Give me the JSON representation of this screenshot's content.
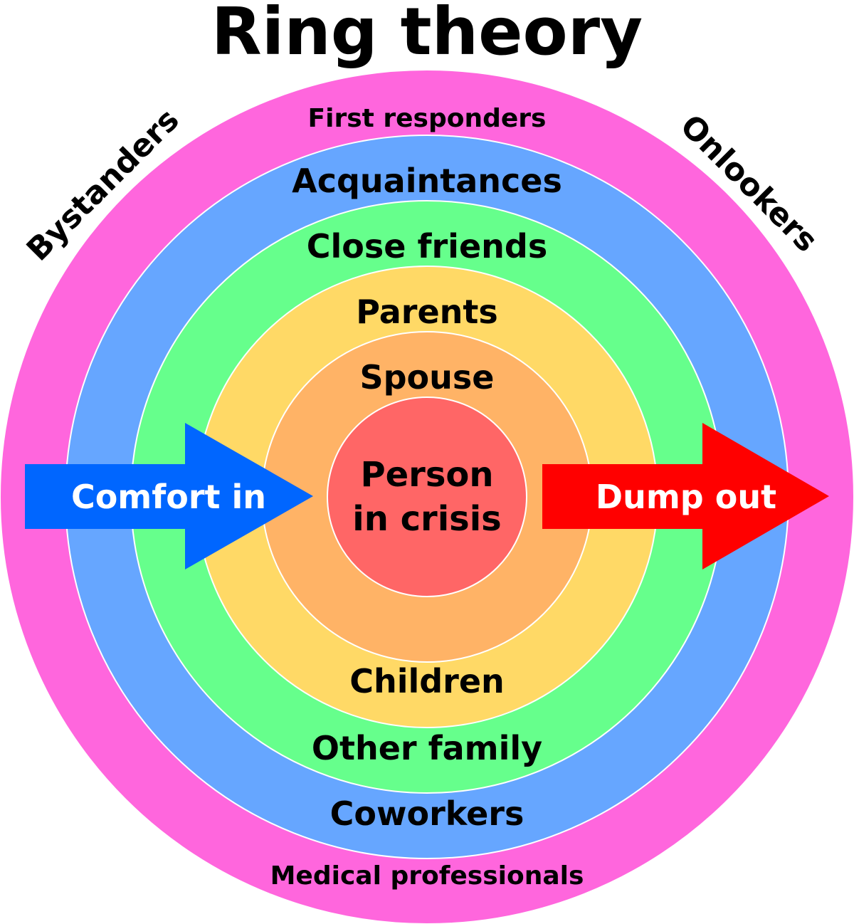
{
  "title": "Ring theory",
  "center": {
    "line1": "Person",
    "line2": "in crisis"
  },
  "rings": {
    "outer": {
      "top": "First responders",
      "bottom": "Medical professionals",
      "left": "Bystanders",
      "right": "Onlookers"
    },
    "ring4": {
      "top": "Acquaintances",
      "bottom": "Coworkers"
    },
    "ring3": {
      "top": "Close friends",
      "bottom": "Other family"
    },
    "ring2": {
      "top": "Parents",
      "bottom": "Children"
    },
    "ring1": {
      "top": "Spouse"
    }
  },
  "arrows": {
    "comfort_in": "Comfort in",
    "dump_out": "Dump out"
  },
  "colors": {
    "outer_ring": "#ff66dd",
    "ring4": "#66a6ff",
    "ring3": "#66ff8c",
    "ring2": "#ffd966",
    "ring1": "#ffb366",
    "center": "#ff6666",
    "comfort_arrow": "#0066ff",
    "dump_arrow": "#ff0000"
  }
}
